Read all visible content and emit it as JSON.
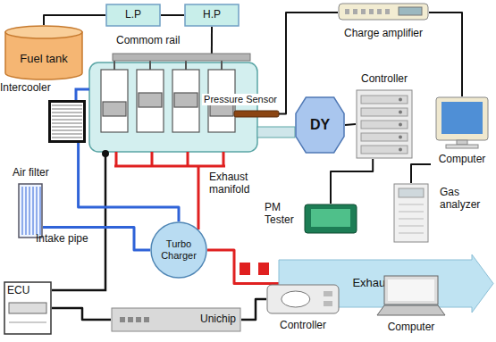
{
  "diagram": {
    "nodes": [
      {
        "text": [
          "L.P"
        ]
      },
      {
        "text": [
          "H.P"
        ]
      },
      {
        "text": [
          "Charge amplifier"
        ]
      },
      {
        "text": [
          "Fuel tank"
        ]
      },
      {
        "text": [
          "Commom rail"
        ]
      },
      {
        "text": [
          "Pressure Sensor"
        ]
      },
      {
        "text": [
          "DY"
        ]
      },
      {
        "text": [
          "Controller"
        ]
      },
      {
        "text": [
          "Computer"
        ]
      },
      {
        "text": [
          "Intercooler"
        ]
      },
      {
        "text": [
          "Air filter"
        ]
      },
      {
        "text": [
          "Turbo Charger"
        ]
      },
      {
        "text": [
          "PM Tester"
        ]
      },
      {
        "text": [
          "Gas analyzer"
        ]
      },
      {
        "text": [
          "Exhaust pipe"
        ]
      },
      {
        "text": [
          "ECU"
        ]
      },
      {
        "text": [
          "Unichip"
        ]
      },
      {
        "text": [
          "Controller"
        ]
      },
      {
        "text": [
          "Computer"
        ]
      }
    ],
    "edges": [
      {
        "from": 3,
        "to": 0,
        "arrow": "none"
      },
      {
        "from": 0,
        "to": 1,
        "arrow": "none"
      },
      {
        "from": 1,
        "to": 4,
        "arrow": "none"
      },
      {
        "from": 5,
        "to": 2,
        "arrow": "none"
      },
      {
        "from": 2,
        "to": 8,
        "arrow": "none"
      },
      {
        "from": 6,
        "to": 7,
        "arrow": "none"
      },
      {
        "from": 12,
        "to": 7,
        "arrow": "none"
      },
      {
        "from": 8,
        "to": 13,
        "arrow": "none"
      },
      {
        "from": 9,
        "to": 11,
        "arrow": "none"
      },
      {
        "from": 10,
        "to": 11,
        "arrow": "none"
      },
      {
        "from": 11,
        "to": 14,
        "arrow": "none"
      },
      {
        "from": 15,
        "to": 16,
        "arrow": "none"
      },
      {
        "from": 16,
        "to": 17,
        "arrow": "none"
      },
      {
        "from": 17,
        "to": 18,
        "arrow": "none"
      }
    ],
    "labels": [
      "Exhaust manifold",
      "Intake pipe"
    ]
  }
}
